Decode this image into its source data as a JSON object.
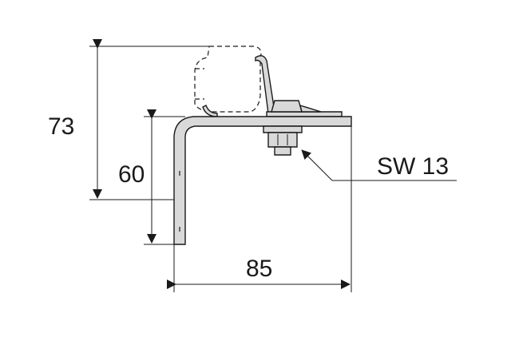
{
  "dimensions": {
    "height_total": "73",
    "height_bracket": "60",
    "width_bracket": "85"
  },
  "callout": {
    "label": "SW 13"
  }
}
